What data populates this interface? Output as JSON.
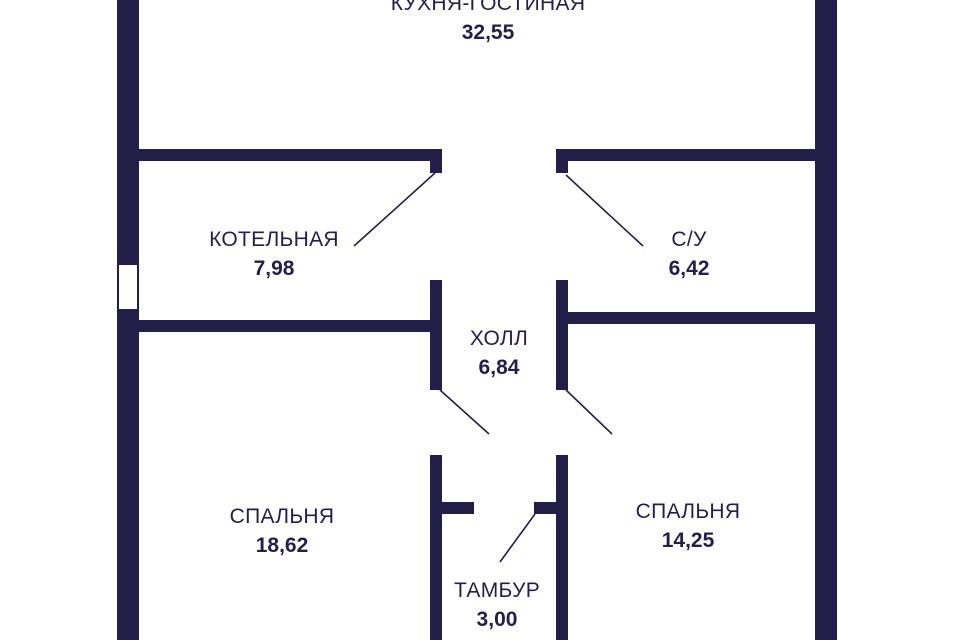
{
  "rooms": {
    "living_kitchen": {
      "name": "КУХНЯ-ГОСТИНАЯ",
      "area": "32,55"
    },
    "boiler_room": {
      "name": "КОТЕЛЬНАЯ",
      "area": "7,98"
    },
    "bathroom": {
      "name": "С/У",
      "area": "6,42"
    },
    "hall": {
      "name": "ХОЛЛ",
      "area": "6,84"
    },
    "bedroom_left": {
      "name": "СПАЛЬНЯ",
      "area": "18,62"
    },
    "bedroom_right": {
      "name": "СПАЛЬНЯ",
      "area": "14,25"
    },
    "vestibule": {
      "name": "ТАМБУР",
      "area": "3,00"
    }
  },
  "colors": {
    "wall": "#231f49",
    "background": "#ffffff"
  }
}
